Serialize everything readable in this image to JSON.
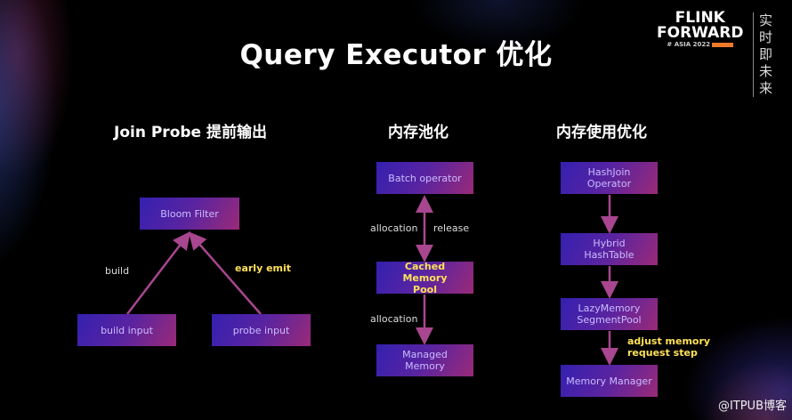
{
  "title": "Query Executor 优化",
  "logo": {
    "line1": "FLINK",
    "line2": "FORWARD",
    "sub": "# ASIA 2022",
    "slogan": "实时即未来"
  },
  "sections": [
    {
      "heading": "Join Probe 提前输出",
      "boxes": [
        "Bloom Filter",
        "build input",
        "probe input"
      ],
      "labels": [
        "build",
        "early emit"
      ]
    },
    {
      "heading": "内存池化",
      "boxes": [
        "Batch operator",
        "Cached Memory Pool",
        "Managed Memory"
      ],
      "labels": [
        "allocation",
        "release",
        "allocation"
      ]
    },
    {
      "heading": "内存使用优化",
      "boxes": [
        "HashJoin Operator",
        "Hybrid HashTable",
        "LazyMemory SegmentPool",
        "Memory Manager"
      ],
      "labels": [
        "adjust memory request step"
      ]
    }
  ],
  "watermark": "@ITPUB博客",
  "colors": {
    "arrow": "#a8468f",
    "highlight": "#ffe15a",
    "box_text": "#cbbcff"
  }
}
